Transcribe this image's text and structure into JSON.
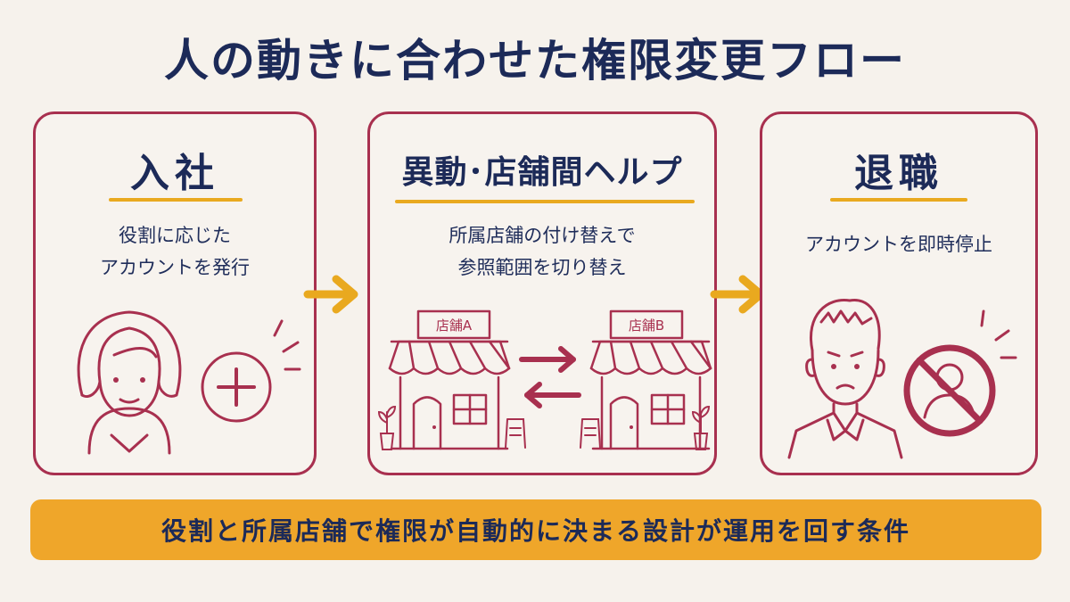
{
  "title": "人の動きに合わせた権限変更フロー",
  "steps": [
    {
      "heading": "入社",
      "description": [
        "役割に応じた",
        "アカウントを発行"
      ]
    },
    {
      "heading": "異動･店舗間ヘルプ",
      "description": [
        "所属店舗の付け替えで",
        "参照範囲を切り替え"
      ],
      "stores": [
        "店舗A",
        "店舗B"
      ]
    },
    {
      "heading": "退職",
      "description": [
        "アカウントを即時停止"
      ]
    }
  ],
  "footer": "役割と所属店舗で権限が自動的に決まる設計が運用を回す条件",
  "colors": {
    "accent": "#a8304f",
    "highlight": "#e9a91f",
    "text": "#1c2a58",
    "background": "#f6f2ec"
  },
  "icons": [
    "woman-avatar-icon",
    "plus-circle-icon",
    "store-icon",
    "swap-arrows-icon",
    "man-avatar-icon",
    "user-blocked-icon",
    "right-arrow-icon"
  ]
}
